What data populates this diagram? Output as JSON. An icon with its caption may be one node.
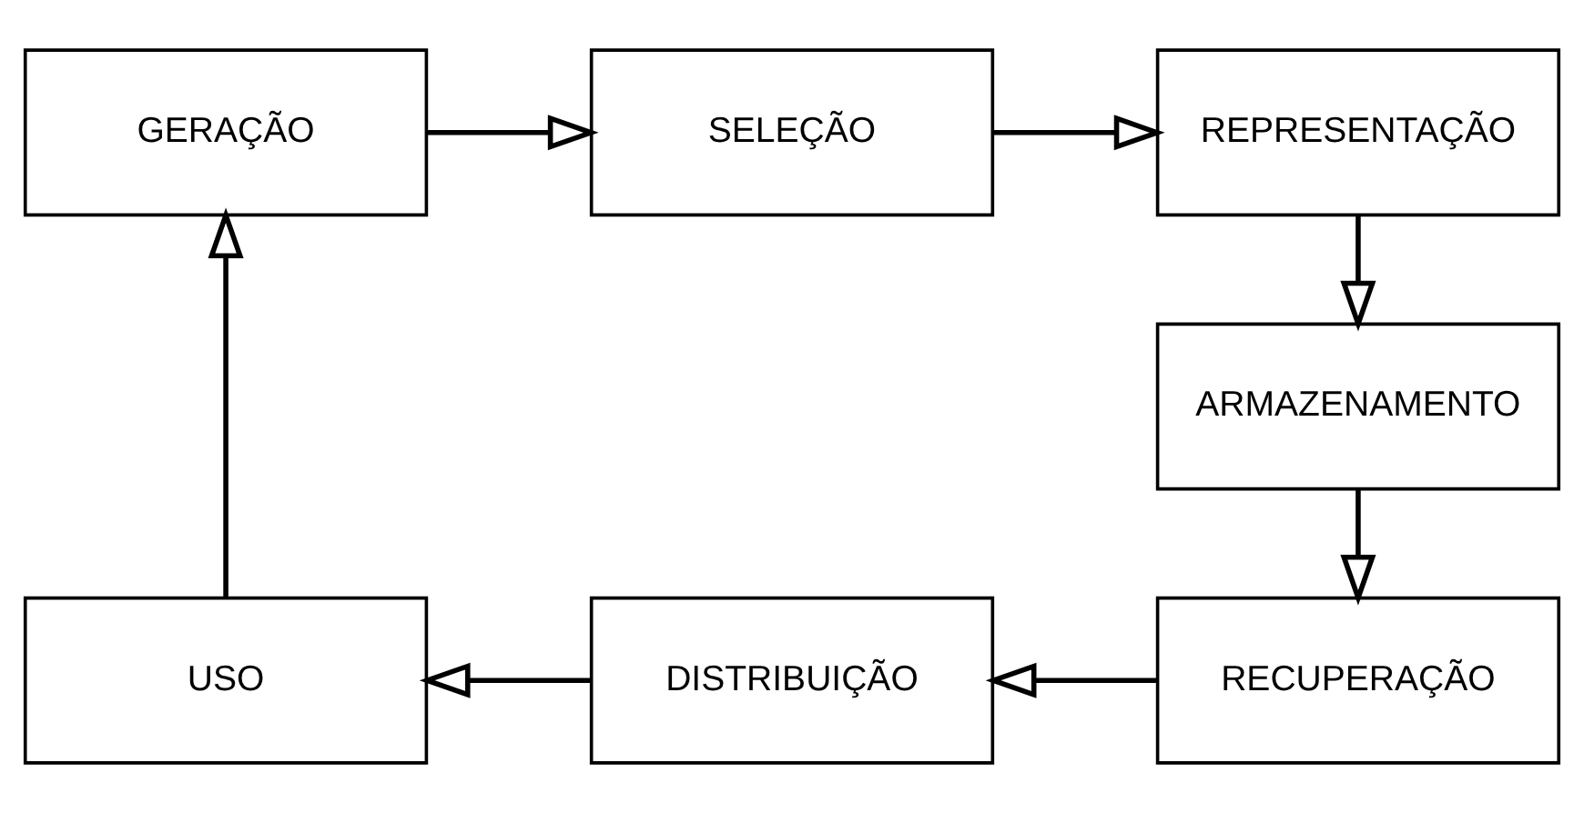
{
  "diagram": {
    "nodes": [
      {
        "text": [
          "GERAÇÃO"
        ]
      },
      {
        "text": [
          "SELEÇÃO"
        ]
      },
      {
        "text": [
          "REPRESENTAÇÃO"
        ]
      },
      {
        "text": [
          "ARMAZENAMENTO"
        ]
      },
      {
        "text": [
          "RECUPERAÇÃO"
        ]
      },
      {
        "text": [
          "DISTRIBUIÇÃO"
        ]
      },
      {
        "text": [
          "USO"
        ]
      }
    ],
    "edges": [
      {
        "from": 0,
        "to": 1,
        "arrow": "to"
      },
      {
        "from": 1,
        "to": 2,
        "arrow": "to"
      },
      {
        "from": 2,
        "to": 3,
        "arrow": "to"
      },
      {
        "from": 3,
        "to": 4,
        "arrow": "to"
      },
      {
        "from": 4,
        "to": 5,
        "arrow": "to"
      },
      {
        "from": 5,
        "to": 6,
        "arrow": "to"
      },
      {
        "from": 6,
        "to": 0,
        "arrow": "to"
      }
    ]
  }
}
